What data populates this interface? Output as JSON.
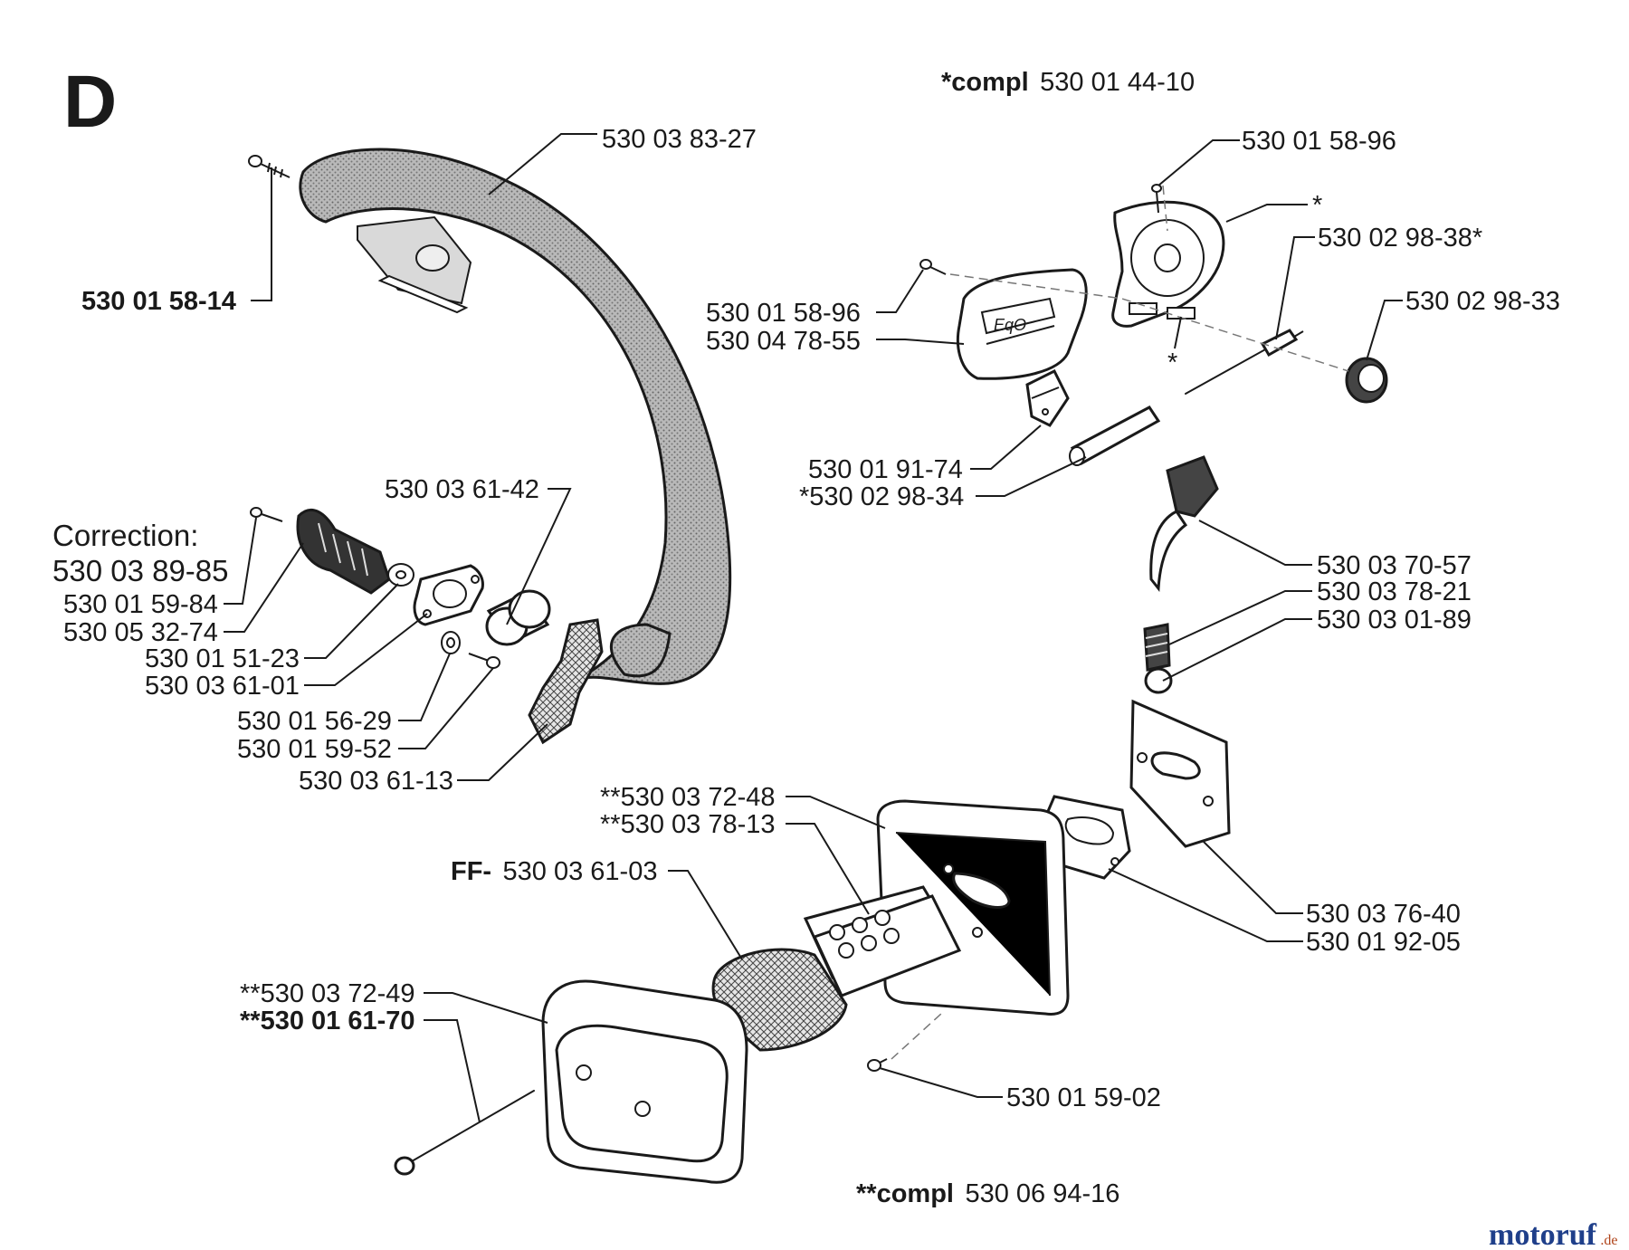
{
  "section_letter": "D",
  "headers": {
    "compl_top": {
      "prefix": "*compl",
      "number": "530 01 44-10"
    },
    "compl_bottom": {
      "prefix": "**compl",
      "number": "530 06 94-16"
    }
  },
  "correction": {
    "title": "Correction:",
    "number": "530 03 89-85"
  },
  "labels": {
    "p1": "530 03 83-27",
    "p2": "530 01 58-14",
    "p3": "530 01 58-96",
    "p4": "*",
    "p5": "530 02 98-38*",
    "p6": "530 02 98-33",
    "p7": "530 01 58-96",
    "p8": "530 04 78-55",
    "p9": "*",
    "p10": "530 01 91-74",
    "p11": "*530 02 98-34",
    "p12": "530 03 61-42",
    "p13": "530 01 59-84",
    "p14": "530 05 32-74",
    "p15": "530 01 51-23",
    "p16": "530 03 61-01",
    "p17": "530 01 56-29",
    "p18": "530 01 59-52",
    "p19": "530 03 61-13",
    "p20": "530 03 70-57",
    "p21": "530 03 78-21",
    "p22": "530 03 01-89",
    "p23": "**530 03 72-48",
    "p24": "**530 03 78-13",
    "p25_prefix": "FF-",
    "p25": "530 03 61-03",
    "p26": "530 03 76-40",
    "p27": "530 01 92-05",
    "p28": "**530 03 72-49",
    "p29": "**530 01 61-70",
    "p30": "530 01 59-02"
  },
  "watermark": {
    "brand": "motoruf",
    "tld": ".de"
  },
  "colors": {
    "line": "#1a1a1a",
    "stipple": "#8c8c8c",
    "watermark_main": "#1f3f8a",
    "watermark_accent": "#b0441a"
  }
}
